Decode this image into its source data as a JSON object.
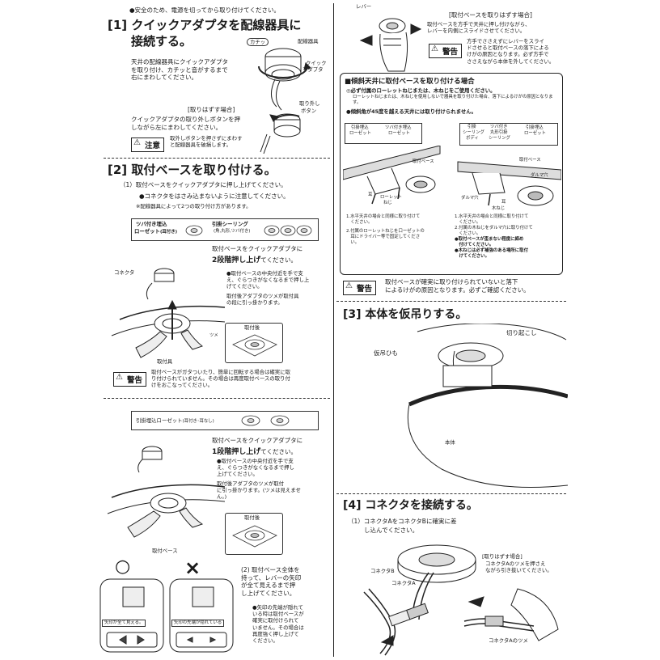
{
  "top_note": "●安全のため、電源を切ってから取り付けてください。",
  "s1": {
    "title_num": "[1]",
    "title_a": "クイックアダプタを配線器具に",
    "title_b": "接続する。",
    "body": [
      "天井の配線器具にクイックアダプタ",
      "を取り付け、カチッと音がするまで",
      "右にまわしてください。"
    ],
    "callout_catch": "カチッ",
    "callout_fixture": "配線器具",
    "callout_adapter_a": "クイック",
    "callout_adapter_b": "アダプタ",
    "remove_head": "[取りはずす場合]",
    "remove_body": [
      "クイックアダプタの取り外しボタンを押",
      "しながら左にまわしてください。"
    ],
    "remove_btn_a": "取り外し",
    "remove_btn_b": "ボタン",
    "caution_label": "注意",
    "caution_text": [
      "取外しボタンを押さずにまわす",
      "と配線器具を破損します。"
    ]
  },
  "s2": {
    "title_num": "[2]",
    "title": "取付ベースを取り付ける。",
    "step1": "（1）取付ベースをクイックアダプタに押し上げてください。",
    "bullet1": "●コネクタをはさみ込まないように注意してください。",
    "bullet2": "※配線器具によって2つの取り付け方があります。",
    "type_a_a": "ツバ付き埋込",
    "type_a_b": "ローゼット",
    "type_a_c": "(耳付き)",
    "type_b_a": "引掛シーリング",
    "type_b_b": "(角,丸形,ツバ付き)",
    "push2_a": "取付ベースをクイックアダプタに",
    "push2_b": "2段階押し上げ",
    "push2_c": "てください。",
    "connector": "コネクタ",
    "hold_text": [
      "●取付ベースの中央付近を手で支",
      "え、ぐらつきがなくなるまで押し上",
      "げてください。",
      "取付後アダプタのツメが取付具",
      "の段に引っ掛かります。"
    ],
    "after_label": "取付後",
    "claw_label": "ツメ",
    "fixture_label": "取付具",
    "warning_label": "警告",
    "warning_text": [
      "取付ベースがガタついたり、簡単に回転する場合は確実に取",
      "り付けられていません。その場合は再度取付ベースの取り付",
      "けをおこなってください。"
    ],
    "type_c": "引掛埋込ローゼット",
    "type_c_sub": "(耳付き･耳なし)",
    "push1_a": "取付ベースをクイックアダプタに",
    "push1_b": "1段階押し上げ",
    "push1_c": "てください。",
    "hold_text2": [
      "●取付ベースの中央付近を手で支",
      "え、ぐらつきがなくなるまで押し",
      "上げてください。",
      "取付後アダプタのツメが取付",
      "に引っ掛かります。(ツメは見えませ",
      "ん。)"
    ],
    "after_label2": "取付後",
    "base_label": "取付ベース",
    "ok_mark": "○",
    "ng_mark": "×",
    "ok_caption": "矢印が全て見える。",
    "ng_caption": "矢印の先端が隠れている",
    "step2": [
      "(2) 取付ベース全体を",
      "持って、レバーの矢印",
      "が全て見えるまで押",
      "し上げてください。"
    ],
    "step2_bullet": [
      "●矢印の先端が隠れて",
      "いる時は取付ベースが",
      "確実に取付けられて",
      "いません。その場合は",
      "再度強く押し上げて",
      "ください。"
    ]
  },
  "r1": {
    "lever": "レバー",
    "remove_head": "[取付ベースを取りはずす場合]",
    "remove_body": [
      "取付ベースを方手で天井に押し付けながら、",
      "レバーを内側にスライドさせてください。"
    ],
    "warning_label": "警告",
    "warning_text": [
      "方手でささえずにレバーをスライ",
      "ドさせると取付ベースの落下による",
      "けがの原因となります。必ず方手で",
      "ささえながら本体を外してください。"
    ]
  },
  "slope": {
    "title": "■傾斜天井に取付ベースを取り付ける場合",
    "n1": "◎必ず付属のローレットねじまたは、木ねじをご使用ください。",
    "n1b": "ローレットねじまたは、木ねじを使用しないで器具を取り付けた場合、落下によるけがの原因となります。",
    "n2": "●傾斜角が45度を越える天井には取り付けられません。",
    "lbl_a1": "引掛埋込",
    "lbl_a2": "ローゼット",
    "lbl_b1": "ツバ付き埋込",
    "lbl_b2": "ローゼット",
    "lbl_c1": "引掛",
    "lbl_c2": "シーリング",
    "lbl_c3": "ボディ",
    "lbl_d1": "ツバ付き",
    "lbl_d2": "丸形引掛",
    "lbl_d3": "シーリング",
    "lbl_e1": "引掛埋込",
    "lbl_e2": "ローゼット",
    "base": "取付ベース",
    "base2": "取付ベース",
    "ear": "耳",
    "ear2": "耳",
    "knurl_a": "ローレット",
    "knurl_b": "ねじ",
    "daruma": "ダルマ穴",
    "daruma2": "ダルマ穴",
    "woodscrew": "木ねじ",
    "left_steps": [
      "1.水平天井の場合と同様に取り付けて",
      "　ください。",
      "2.付属のローレットねじを口ーゼットの",
      "　耳にドライバー等で固定してくださ",
      "　い。"
    ],
    "right_steps": [
      "1.水平天井の場合と同様に取り付けて",
      "　ください。",
      "2.付属の木ねじをダルマ穴に取り付けて",
      "　ください。",
      "●取付ベースが歪まない程度に締め",
      "　付けてください。",
      "●木ねじは必ず補強のある場所に取付",
      "　けてください。"
    ],
    "warning_label": "警告",
    "warning_text": [
      "取付ベースが確実に取り付けられていないと落下",
      "によるけがの原因となります。必ずご確認ください。"
    ]
  },
  "s3": {
    "title_num": "[3]",
    "title": "本体を仮吊りする。",
    "notch": "切り起こし",
    "string": "仮吊ひも",
    "body": "本体"
  },
  "s4": {
    "title_num": "[4]",
    "title": "コネクタを接続する。",
    "step1_a": "（1）コネクタAをコネクタBに確実に差",
    "step1_b": "し込んでください。",
    "conn_b": "コネクタB",
    "conn_a": "コネクタA",
    "remove_head": "[取りはずす場合]",
    "remove_body": [
      "コネクタAのツメを押さえ",
      "ながら引き抜いてください。"
    ],
    "claw": "コネクタAのツメ"
  }
}
